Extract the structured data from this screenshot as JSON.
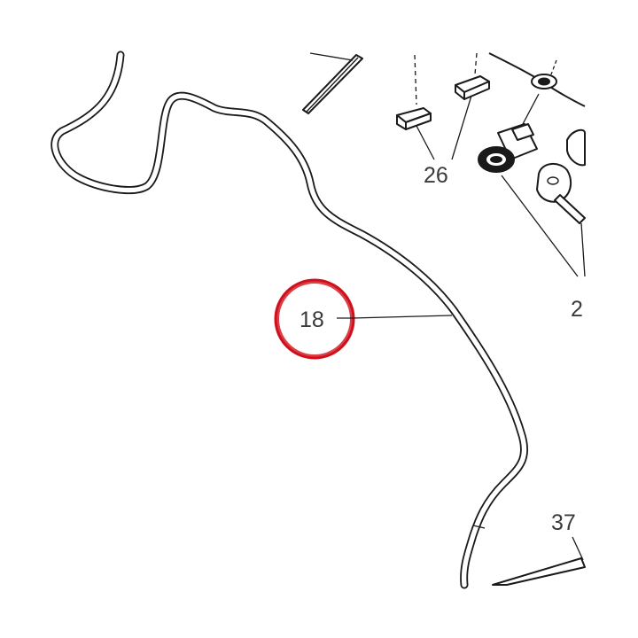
{
  "diagram": {
    "callouts": {
      "cable": "18",
      "key_blanks": "26",
      "lock_set": "2",
      "bottom_right": "37"
    },
    "highlighted_callout": "18",
    "colors": {
      "highlight": "#d0101c",
      "line": "#1a1a1a",
      "label": "#3a3a3a"
    }
  }
}
